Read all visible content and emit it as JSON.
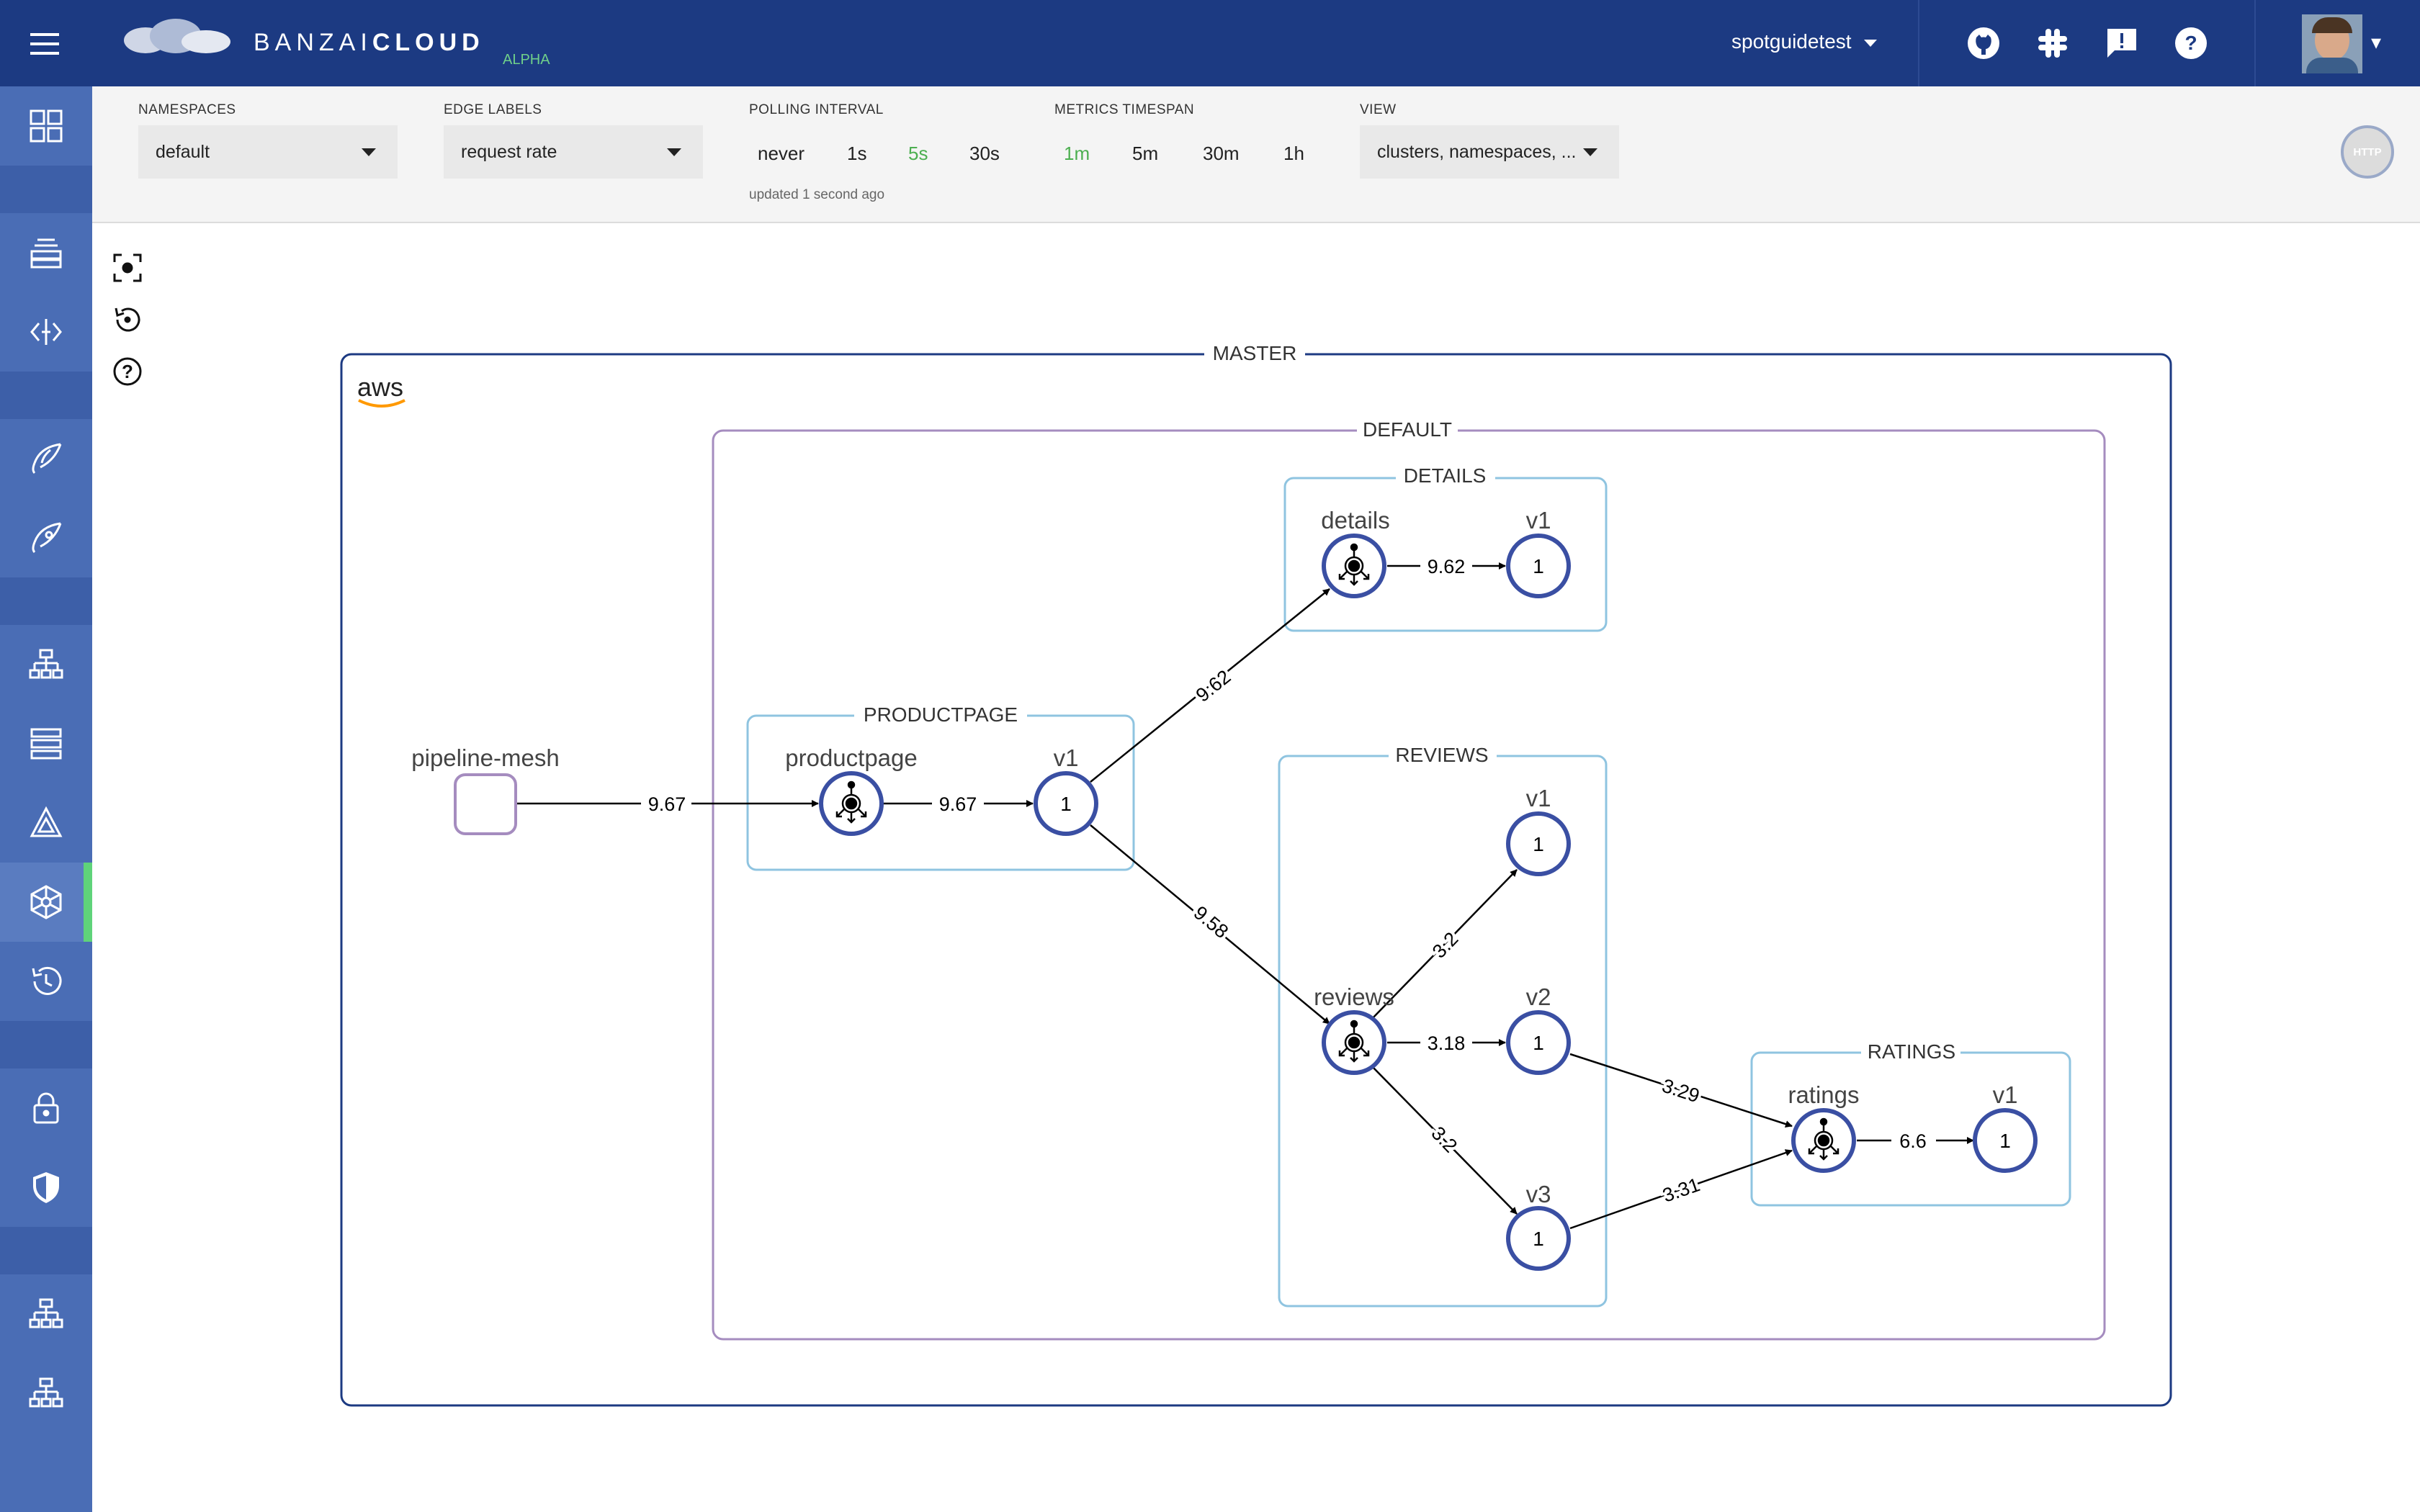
{
  "header": {
    "brand_left": "BANZAI",
    "brand_right": "CLOUD",
    "brand_badge": "ALPHA",
    "org_name": "spotguidetest",
    "icons": [
      "menu-icon",
      "github-icon",
      "slack-icon",
      "feedback-icon",
      "help-icon"
    ],
    "avatar_caret": "▾"
  },
  "sidebar": {
    "items": [
      "dashboard-icon",
      "clusters-icon",
      "deployments-icon",
      "spotguide-icon",
      "spotguide-launch-icon",
      "services-icon",
      "list-icon",
      "helm-icon",
      "service-mesh-icon",
      "history-icon",
      "lock-icon",
      "security-icon",
      "network-icon",
      "network-alt-icon"
    ],
    "active": "service-mesh-icon",
    "active_color": "#5fd37a"
  },
  "filters": {
    "namespaces": {
      "label": "NAMESPACES",
      "value": "default"
    },
    "edge_labels": {
      "label": "EDGE LABELS",
      "value": "request rate"
    },
    "polling": {
      "label": "POLLING INTERVAL",
      "options": [
        "never",
        "1s",
        "5s",
        "30s"
      ],
      "selected": "5s",
      "updated": "updated 1 second ago"
    },
    "timespan": {
      "label": "METRICS TIMESPAN",
      "options": [
        "1m",
        "5m",
        "30m",
        "1h"
      ],
      "selected": "1m"
    },
    "view": {
      "label": "VIEW",
      "value": "clusters, namespaces, ..."
    },
    "protocol_badge": "HTTP"
  },
  "graph": {
    "tools": [
      "center-icon",
      "reset-icon",
      "help-icon"
    ],
    "cluster_label": "MASTER",
    "provider": "aws",
    "namespace_label": "DEFAULT",
    "groups": {
      "productpage": "PRODUCTPAGE",
      "details": "DETAILS",
      "reviews": "REVIEWS",
      "ratings": "RATINGS"
    },
    "nodes": {
      "ingress": "pipeline-mesh",
      "productpage_svc": "productpage",
      "productpage_v1": "v1",
      "details_svc": "details",
      "details_v1": "v1",
      "reviews_svc": "reviews",
      "reviews_v1": "v1",
      "reviews_v2": "v2",
      "reviews_v3": "v3",
      "ratings_svc": "ratings",
      "ratings_v1": "v1"
    },
    "workload_count": "1",
    "edges": {
      "ingress_productpage": "9.67",
      "productpage_v1": "9.67",
      "v1_details": "9.62",
      "details_v1": "9.62",
      "v1_reviews": "9.58",
      "reviews_v1": "3.2",
      "reviews_v2": "3.18",
      "reviews_v3": "3.2",
      "v2_ratings": "3.29",
      "v3_ratings": "3.31",
      "ratings_v1": "6.6"
    },
    "colors": {
      "cluster": "#1c3a82",
      "namespace": "#a58cbf",
      "group": "#8fc4e0",
      "node": "#3a4fa3"
    }
  }
}
